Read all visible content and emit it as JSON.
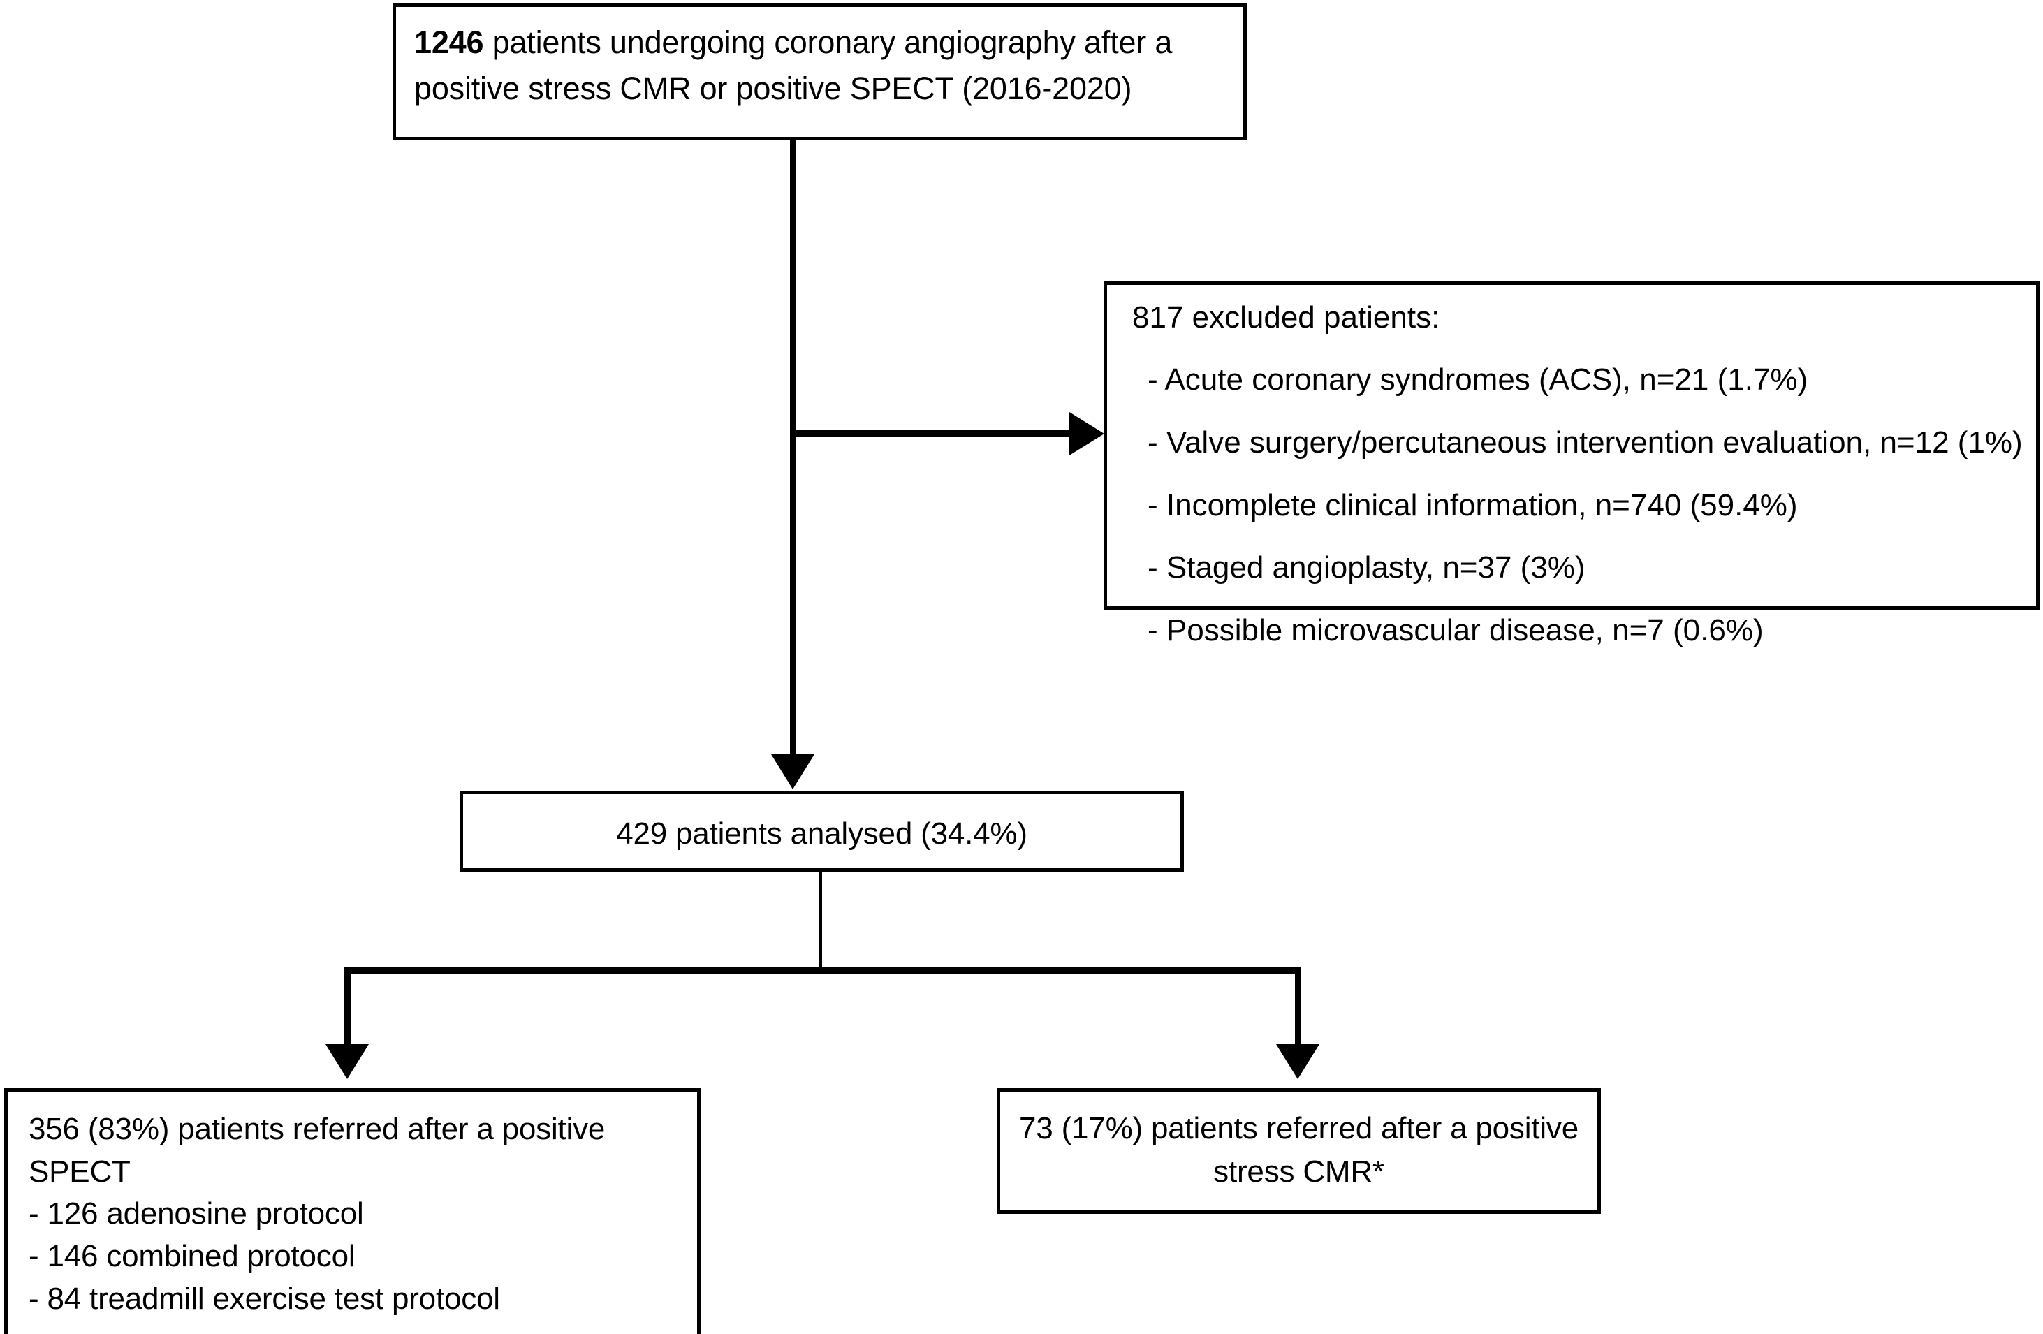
{
  "diagram": {
    "title": "Patient selection flow diagram",
    "type": "flowchart",
    "line_color": "#000000",
    "background_color": "#ffffff"
  },
  "enrolment": {
    "count": "1246",
    "text": " patients undergoing coronary angiography after a positive stress CMR or positive SPECT (2016-2020)"
  },
  "excluded": {
    "heading": "817 excluded patients:",
    "items": [
      "- Acute coronary syndromes (ACS), n=21 (1.7%)",
      "- Valve surgery/percutaneous intervention evaluation, n=12 (1%)",
      "- Incomplete clinical information, n=740 (59.4%)",
      "- Staged angioplasty, n=37 (3%)",
      "- Possible microvascular disease, n=7 (0.6%)"
    ]
  },
  "analysed": {
    "text": "429 patients analysed (34.4%)"
  },
  "spect_arm": {
    "heading": "356 (83%) patients referred after a positive SPECT",
    "items": [
      "- 126 adenosine protocol",
      "- 146 combined protocol",
      "- 84 treadmill exercise test protocol"
    ]
  },
  "cmr_arm": {
    "text": "73 (17%) patients referred after a positive stress CMR*"
  },
  "chart_data": {
    "type": "flowchart",
    "title": "Patient selection flow diagram",
    "nodes": [
      {
        "id": "enrolment",
        "label": "1246 patients undergoing coronary angiography after a positive stress CMR or positive SPECT (2016-2020)",
        "value": 1246
      },
      {
        "id": "excluded",
        "label": "817 excluded patients",
        "value": 817,
        "breakdown": [
          {
            "reason": "Acute coronary syndromes (ACS)",
            "n": 21,
            "percent": 1.7
          },
          {
            "reason": "Valve surgery/percutaneous intervention evaluation",
            "n": 12,
            "percent": 1
          },
          {
            "reason": "Incomplete clinical information",
            "n": 740,
            "percent": 59.4
          },
          {
            "reason": "Staged angioplasty",
            "n": 37,
            "percent": 3
          },
          {
            "reason": "Possible microvascular disease",
            "n": 7,
            "percent": 0.6
          }
        ]
      },
      {
        "id": "analysed",
        "label": "429 patients analysed",
        "value": 429,
        "percent": 34.4
      },
      {
        "id": "spect_arm",
        "label": "356 (83%) patients referred after a positive SPECT",
        "value": 356,
        "percent": 83,
        "breakdown": [
          {
            "reason": "adenosine protocol",
            "n": 126
          },
          {
            "reason": "combined protocol",
            "n": 146
          },
          {
            "reason": "treadmill exercise test protocol",
            "n": 84
          }
        ]
      },
      {
        "id": "cmr_arm",
        "label": "73 (17%) patients referred after a positive stress CMR*",
        "value": 73,
        "percent": 17
      }
    ],
    "edges": [
      {
        "from": "enrolment",
        "to": "excluded",
        "style": "arrow-right"
      },
      {
        "from": "enrolment",
        "to": "analysed",
        "style": "arrow-down"
      },
      {
        "from": "analysed",
        "to": "spect_arm",
        "style": "arrow-down"
      },
      {
        "from": "analysed",
        "to": "cmr_arm",
        "style": "arrow-down"
      }
    ]
  }
}
